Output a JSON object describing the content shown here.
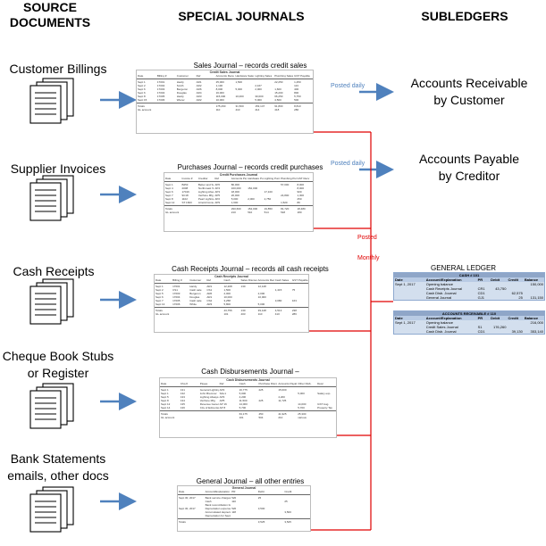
{
  "headers": {
    "source": "SOURCE\nDOCUMENTS",
    "journals": "SPECIAL JOURNALS",
    "subledgers": "SUBLEDGERS"
  },
  "sources": [
    {
      "label": "Customer Billings"
    },
    {
      "label": "Supplier Invoices"
    },
    {
      "label": "Cash Receipts"
    },
    {
      "label": "Cheque Book Stubs\nor Register"
    },
    {
      "label": "Bank Statements\nemails, other docs"
    }
  ],
  "journals": [
    {
      "title": "Sales Journal – records credit sales",
      "header": "Credit Sales Journal",
      "cols": [
        "Date",
        "Billing #",
        "Customer",
        "Ref",
        "Accounts Receivable",
        "Hardware Sales",
        "Lighting Sales",
        "Plumbing Sales",
        "GST Payable"
      ],
      "rows": [
        [
          "Sept 1",
          "17001",
          "Hardy",
          "AR1",
          "25,000",
          "1,500",
          "",
          "22,250",
          "1,250"
        ],
        [
          "Sept 2",
          "17002",
          "Smith",
          "AR2",
          "1,130",
          "",
          "2,167",
          "",
          "113"
        ],
        [
          "Sept 6",
          "17003",
          "Bergeron",
          "AR6",
          "8,000",
          "5,000",
          "2,000",
          "1,600",
          "400"
        ],
        [
          "Sept 6",
          "17004",
          "Douglas",
          "AR4",
          "16,000",
          "",
          "",
          "15,200",
          "800"
        ],
        [
          "Sept 8",
          "17005",
          "Hardy",
          "AR3",
          "115,000",
          "10,000",
          "30,000",
          "66,250",
          "5,750"
        ],
        [
          "Sept 15",
          "17006",
          "Wierer",
          "AR2",
          "10,000",
          "",
          "5,000",
          "4,500",
          "500"
        ]
      ],
      "total": [
        "Totals",
        "",
        "",
        "",
        "175,260",
        "31,500",
        "153,147",
        "91,800",
        "8,813"
      ],
      "gl": [
        "GL account",
        "",
        "",
        "",
        "110",
        "410",
        "414",
        "418",
        "286"
      ]
    },
    {
      "title": "Purchases Journal – records credit purchases",
      "header": "Credit Purchases Journal",
      "cols": [
        "Date",
        "Invoice #",
        "Creditor",
        "Ref",
        "Accounts Payable",
        "Hardware Purchases",
        "Lighting Purchases",
        "Plumbing Purchases",
        "GST Recv"
      ],
      "rows": [
        [
          "Sept 1",
          "B253",
          "Better and Sons",
          "AP6",
          "80,000",
          "",
          "",
          "57,000",
          "8,000"
        ],
        [
          "Sept 4",
          "2008",
          "Northcoast Suppliers",
          "AP4",
          "160,000",
          "152,000",
          "",
          "",
          "8,000"
        ],
        [
          "Sept 6",
          "17016",
          "Lighting Always",
          "AP3",
          "18,000",
          "",
          "17,100",
          "",
          "900"
        ],
        [
          "Sept 7",
          "9C18",
          "Verifune Mfg",
          "AP5",
          "26,000",
          "",
          "",
          "24,800",
          "1,300"
        ],
        [
          "Sept 8",
          "1102",
          "Pearl Lighting",
          "AP2",
          "5,000",
          "2,000",
          "2,750",
          "",
          "250"
        ],
        [
          "Sept 12",
          "ST 1603",
          "Arnold Consolidated",
          "AP9",
          "1,600",
          "",
          "",
          "1,520",
          "80"
        ]
      ],
      "total": [
        "Totals",
        "",
        "",
        "",
        "290,600",
        "154,000",
        "19,850",
        "81,720",
        "18,480"
      ],
      "gl": [
        "GL account",
        "",
        "",
        "",
        "210",
        "510",
        "514",
        "518",
        "180"
      ]
    },
    {
      "title": "Cash Receipts Journal – records all cash receipts",
      "header": "Cash Receipts Journal",
      "cols": [
        "Date",
        "Billing #",
        "Customer",
        "Ref",
        "Cash",
        "Sales Discount",
        "Accounts Receivable",
        "Cash Sales",
        "GST Payable"
      ],
      "rows": [
        [
          "Sept 1",
          "17001",
          "Hardy",
          "AR1",
          "12,208",
          "130",
          "12,128",
          "",
          ""
        ],
        [
          "Sept 2",
          "CS1",
          "Cash sale",
          "CS1",
          "1,500",
          "",
          "",
          "1,415",
          "75"
        ],
        [
          "Sept 5",
          "17003",
          "Bergeron",
          "AR6",
          "2,000",
          "",
          "2,000",
          "",
          ""
        ],
        [
          "Sept 6",
          "17004",
          "Douglas",
          "AR1",
          "10,000",
          "",
          "10,000",
          "",
          ""
        ],
        [
          "Sept 7",
          "17005",
          "Cash sale",
          "CS2",
          "3,258",
          "",
          "",
          "3,080",
          "163"
        ],
        [
          "Sept 13",
          "17006",
          "White",
          "AR3",
          "5,800",
          "",
          "5,000",
          "",
          ""
        ]
      ],
      "total": [
        "Totals",
        "",
        "",
        "",
        "43,756",
        "130",
        "39,128",
        "4,513",
        "238"
      ],
      "gl": [
        "GL account",
        "",
        "",
        "",
        "101",
        "403",
        "110",
        "410",
        "286"
      ]
    },
    {
      "title": "Cash Disbursements Journal –\nrecords all cash disbursements",
      "header": "Cash Disbursements Journal",
      "cols": [
        "Date",
        "Chq #",
        "Payee",
        "Ref",
        "Cash",
        "Purchase Discount",
        "Accounts Payable",
        "Other Disb.",
        "Desc"
      ],
      "rows": [
        [
          "Sept 1",
          "131",
          "General Lighting Ltd",
          "AP2",
          "16,775",
          "225",
          "15,000",
          "",
          ""
        ],
        [
          "Sept 1",
          "132",
          "John Bremner",
          "SAL1",
          "5,000",
          "",
          "",
          "5,000",
          "Salary exp."
        ],
        [
          "Sept 5",
          "133",
          "Lighting Always",
          "AP3",
          "4,200",
          "",
          "4,200",
          "",
          ""
        ],
        [
          "Sept 8",
          "134",
          "Verifune Mfg",
          "AP5",
          "11,500",
          "225",
          "11,725",
          "",
          ""
        ],
        [
          "Sept 12",
          "135",
          "Revenue General",
          "AP 16",
          "14,000",
          "",
          "",
          "14,000",
          "GST Aug."
        ],
        [
          "Sept 14",
          "136",
          "City of Edmonton",
          "AP 8",
          "5,700",
          "",
          "",
          "5,700",
          "Property Tax"
        ]
      ],
      "total": [
        "Totals",
        "",
        "",
        "",
        "63,175",
        "450",
        "41,925",
        "25,300",
        ""
      ],
      "gl": [
        "GL account",
        "",
        "",
        "",
        "101",
        "504",
        "210",
        "various",
        ""
      ]
    },
    {
      "title": "General Journal – all other entries",
      "header": "General Journal",
      "cols": [
        "Date",
        "Account/Explanation",
        "PR",
        "Debit",
        "Credit"
      ],
      "rows": [
        [
          "Sept 30, 2017",
          "Bank service charges expense",
          "520",
          "25",
          ""
        ],
        [
          "",
          "Cash",
          "110",
          "",
          "25"
        ],
        [
          "",
          "Bank reconciliation for August",
          "",
          "",
          ""
        ],
        [
          "Sept 30, 2017",
          "Depreciation expense",
          "520",
          "3,500",
          ""
        ],
        [
          "",
          "Accumulated depreciation",
          "118",
          "",
          "3,500"
        ],
        [
          "",
          "Depreciation for September",
          "",
          "",
          ""
        ]
      ],
      "total": [
        "Totals",
        "",
        "",
        "3,525",
        "3,525"
      ],
      "gl": []
    }
  ],
  "annotations": {
    "posted_daily_1": "Posted daily",
    "posted_daily_2": "Posted daily",
    "posted": "Posted",
    "monthly": "Monthly"
  },
  "subledgers": [
    {
      "label": "Accounts Receivable\nby Customer"
    },
    {
      "label": "Accounts Payable\nby Creditor"
    }
  ],
  "general_ledger": {
    "title": "GENERAL LEDGER",
    "ledgers": [
      {
        "name": "CASH  # 101",
        "cols": [
          "Date",
          "Account/Explanation",
          "PR",
          "Debit",
          "Credit",
          "Balance"
        ],
        "rows": [
          [
            "Sept 1, 2017",
            "Opening balance",
            "",
            "",
            "",
            "150,000"
          ],
          [
            "",
            "Cash Receipts Journal",
            "CR1",
            "43,750",
            "",
            ""
          ],
          [
            "",
            "Cash Disb. Journal",
            "CD1",
            "",
            "62,575",
            ""
          ],
          [
            "",
            "General Journal",
            "GJ1",
            "",
            "25",
            "131,150"
          ]
        ]
      },
      {
        "name": "ACCOUNTS RECEIVABLE  # 110",
        "cols": [
          "Date",
          "Account/Explanation",
          "PR",
          "Debit",
          "Credit",
          "Balance"
        ],
        "rows": [
          [
            "Sept 1, 2017",
            "Opening balance",
            "",
            "",
            "",
            "216,000"
          ],
          [
            "",
            "Credit Sales Journal",
            "S1",
            "176,260",
            "",
            ""
          ],
          [
            "",
            "Cash Disb. Journal",
            "CD1",
            "",
            "39,130",
            "353,140"
          ]
        ]
      }
    ]
  },
  "colors": {
    "arrow": "#4f81bd",
    "red_line": "#e00000",
    "ledger_bg": "#d3dfee"
  }
}
